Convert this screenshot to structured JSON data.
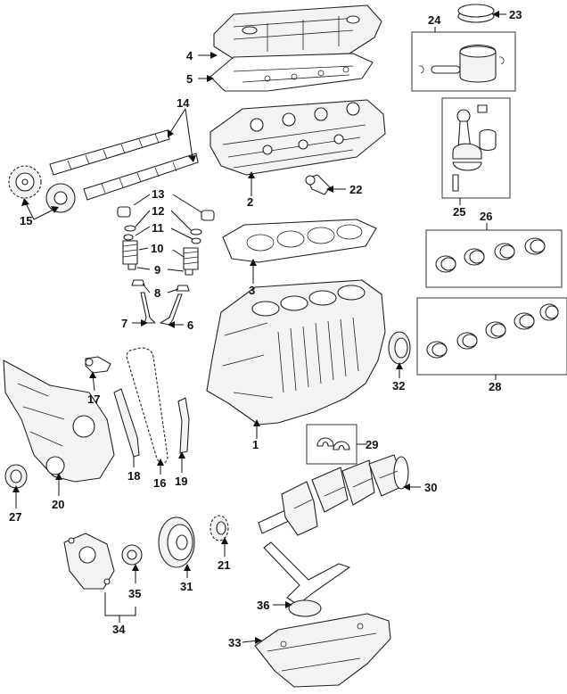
{
  "callouts": [
    {
      "id": "c1",
      "label": "1"
    },
    {
      "id": "c2",
      "label": "2"
    },
    {
      "id": "c3",
      "label": "3"
    },
    {
      "id": "c4",
      "label": "4"
    },
    {
      "id": "c5",
      "label": "5"
    },
    {
      "id": "c6",
      "label": "6"
    },
    {
      "id": "c7",
      "label": "7"
    },
    {
      "id": "c8",
      "label": "8"
    },
    {
      "id": "c9",
      "label": "9"
    },
    {
      "id": "c10",
      "label": "10"
    },
    {
      "id": "c11",
      "label": "11"
    },
    {
      "id": "c12",
      "label": "12"
    },
    {
      "id": "c13",
      "label": "13"
    },
    {
      "id": "c14",
      "label": "14"
    },
    {
      "id": "c15",
      "label": "15"
    },
    {
      "id": "c16",
      "label": "16"
    },
    {
      "id": "c17",
      "label": "17"
    },
    {
      "id": "c18",
      "label": "18"
    },
    {
      "id": "c19",
      "label": "19"
    },
    {
      "id": "c20",
      "label": "20"
    },
    {
      "id": "c21",
      "label": "21"
    },
    {
      "id": "c22",
      "label": "22"
    },
    {
      "id": "c23",
      "label": "23"
    },
    {
      "id": "c24",
      "label": "24"
    },
    {
      "id": "c25",
      "label": "25"
    },
    {
      "id": "c26",
      "label": "26"
    },
    {
      "id": "c27",
      "label": "27"
    },
    {
      "id": "c28",
      "label": "28"
    },
    {
      "id": "c29",
      "label": "29"
    },
    {
      "id": "c30",
      "label": "30"
    },
    {
      "id": "c31",
      "label": "31"
    },
    {
      "id": "c32",
      "label": "32"
    },
    {
      "id": "c33",
      "label": "33"
    },
    {
      "id": "c34",
      "label": "34"
    },
    {
      "id": "c35",
      "label": "35"
    },
    {
      "id": "c36",
      "label": "36"
    }
  ]
}
